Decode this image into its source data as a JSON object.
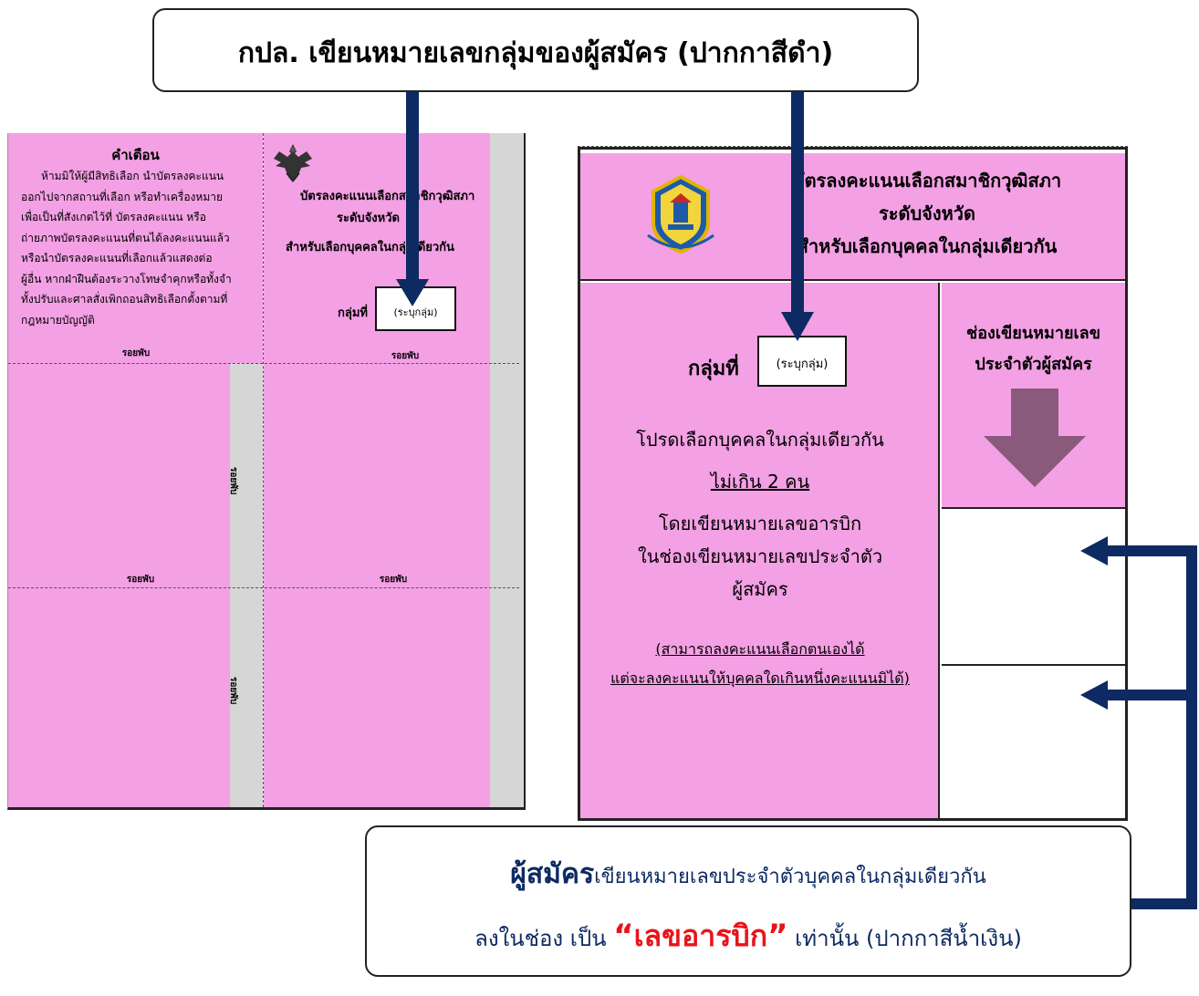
{
  "top_callout": {
    "text": "กปล. เขียนหมายเลขกลุ่มของผู้สมัคร (ปากกาสีดำ)"
  },
  "left_ballot": {
    "warning_title": "คำเตือน",
    "warning_lines": [
      "ห้ามมิให้ผู้มีสิทธิเลือก นำบัตรลงคะแนน",
      "ออกไปจากสถานที่เลือก หรือทำเครื่องหมาย",
      "เพื่อเป็นที่สังเกตไว้ที่ บัตรลงคะแนน หรือ",
      "ถ่ายภาพบัตรลงคะแนนที่ตนได้ลงคะแนนแล้ว",
      "หรือนำบัตรลงคะแนนที่เลือกแล้วแสดงต่อ",
      "ผู้อื่น หากฝ่าฝืนต้องระวางโทษจำคุกหรือทั้งจำ",
      "ทั้งปรับและศาลสั่งเพิกถอนสิทธิเลือกตั้งตามที่",
      "กฎหมายบัญญัติ"
    ],
    "title_line1": "บัตรลงคะแนนเลือกสมาชิกวุฒิสภา",
    "title_line2": "ระดับจังหวัด",
    "title_line3": "สำหรับเลือกบุคคลในกลุ่มเดียวกัน",
    "group_label": "กลุ่มที่",
    "group_placeholder": "(ระบุกลุ่ม)",
    "fold_label": "รอยพับ"
  },
  "right_ballot": {
    "title_line1": "บัตรลงคะแนนเลือกสมาชิกวุฒิสภา",
    "title_line2": "ระดับจังหวัด",
    "title_line3": "สำหรับเลือกบุคคลในกลุ่มเดียวกัน",
    "group_label": "กลุ่มที่",
    "group_placeholder": "(ระบุกลุ่ม)",
    "instr_line1": "โปรดเลือกบุคคลในกลุ่มเดียวกัน",
    "instr_line2": "ไม่เกิน 2 คน",
    "instr_line3": "โดยเขียนหมายเลขอารบิก",
    "instr_line4": "ในช่องเขียนหมายเลขประจำตัว",
    "instr_line5": "ผู้สมัคร",
    "note_line1": "(สามารถลงคะแนนเลือกตนเองได้",
    "note_line2": "แต่จะลงคะแนนให้บุคคลใดเกินหนึ่งคะแนนมิได้)",
    "id_header_line1": "ช่องเขียนหมายเลข",
    "id_header_line2": "ประจำตัวผู้สมัคร"
  },
  "bottom_callout": {
    "emph": "ผู้สมัคร",
    "line1_rest": "เขียนหมายเลขประจำตัวบุคคลในกลุ่มเดียวกัน",
    "line2_a": "ลงในช่อง เป็น",
    "quote_open": "“",
    "red": "เลขอารบิก",
    "quote_close": "”",
    "line2_b": "เท่านั้น (ปากกาสีน้ำเงิน)"
  },
  "colors": {
    "ballot_pink": "#f4a0e4",
    "arrow_navy": "#0d2a63",
    "down_arrow": "#8a5a7c",
    "accent_red": "#e8141b"
  }
}
